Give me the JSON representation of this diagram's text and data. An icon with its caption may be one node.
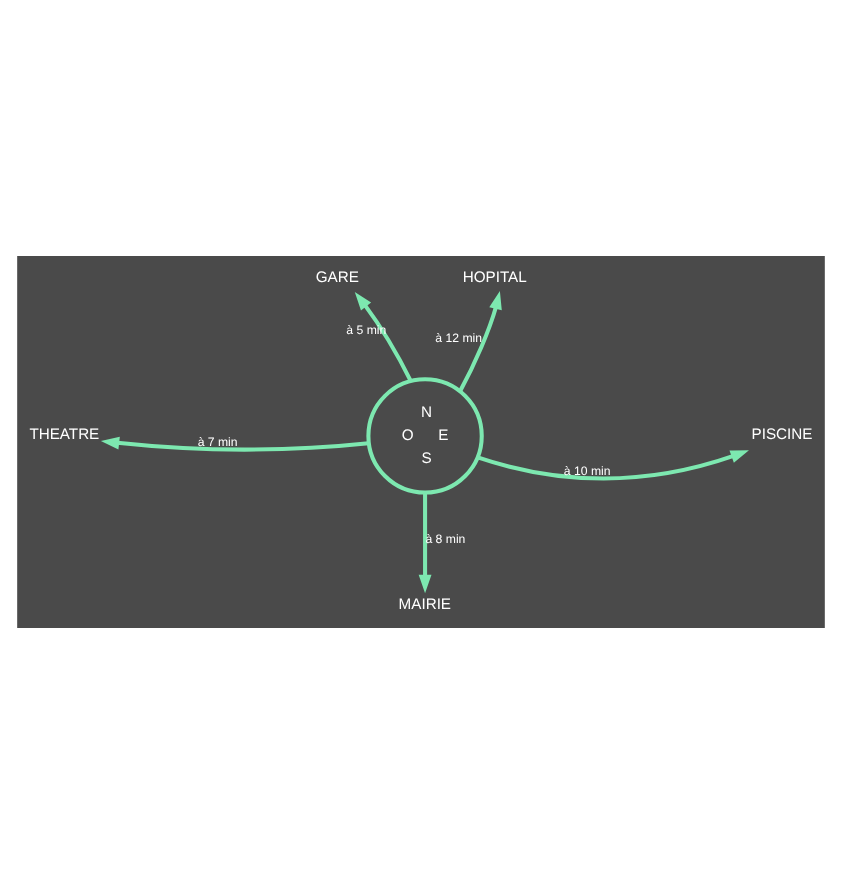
{
  "diagram": {
    "nodes": [
      {
        "text": [
          "N",
          "O",
          "E",
          "S"
        ]
      },
      {
        "text": [
          "GARE"
        ]
      },
      {
        "text": [
          "HOPITAL"
        ]
      },
      {
        "text": [
          "THEATRE"
        ]
      },
      {
        "text": [
          "PISCINE"
        ]
      },
      {
        "text": [
          "MAIRIE"
        ]
      }
    ],
    "edges": [
      {
        "from": 0,
        "to": 1,
        "arrow": "to",
        "label": "à 5 min"
      },
      {
        "from": 0,
        "to": 2,
        "arrow": "to",
        "label": "à 12 min"
      },
      {
        "from": 0,
        "to": 3,
        "arrow": "to",
        "label": "à 7 min"
      },
      {
        "from": 0,
        "to": 4,
        "arrow": "to",
        "label": "à 10 min"
      },
      {
        "from": 0,
        "to": 5,
        "arrow": "to",
        "label": "à 8 min"
      }
    ]
  }
}
